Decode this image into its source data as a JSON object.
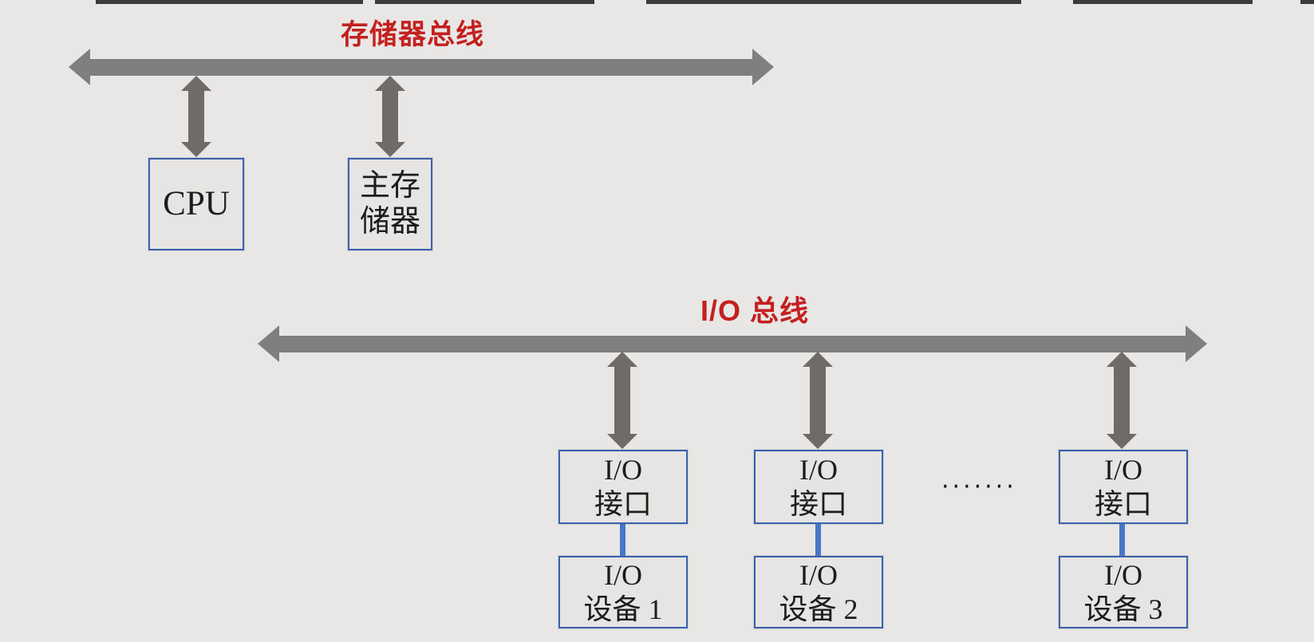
{
  "colors": {
    "background": "#e8e7e5",
    "bus_gray": "#7f7f7f",
    "vertical_arrow_gray": "#6e6b68",
    "label_red": "#c42020",
    "box_border_blue": "#3a62ad",
    "connector_blue": "#4577c8",
    "box_fill": "#e7e5e3",
    "text_black": "#1c1c1c",
    "top_edge_dark": "#1c1c1c"
  },
  "memory_bus": {
    "label": "存储器总线",
    "cpu_box": {
      "line1": "CPU"
    },
    "main_memory_box": {
      "line1": "主存",
      "line2": "储器"
    }
  },
  "io_bus": {
    "label": "I/O 总线",
    "ellipsis": "·······",
    "groups": [
      {
        "interface_line1": "I/O",
        "interface_line2": "接口",
        "device_line1": "I/O",
        "device_line2": "设备 1"
      },
      {
        "interface_line1": "I/O",
        "interface_line2": "接口",
        "device_line1": "I/O",
        "device_line2": "设备 2"
      },
      {
        "interface_line1": "I/O",
        "interface_line2": "接口",
        "device_line1": "I/O",
        "device_line2": "设备 3"
      }
    ]
  }
}
